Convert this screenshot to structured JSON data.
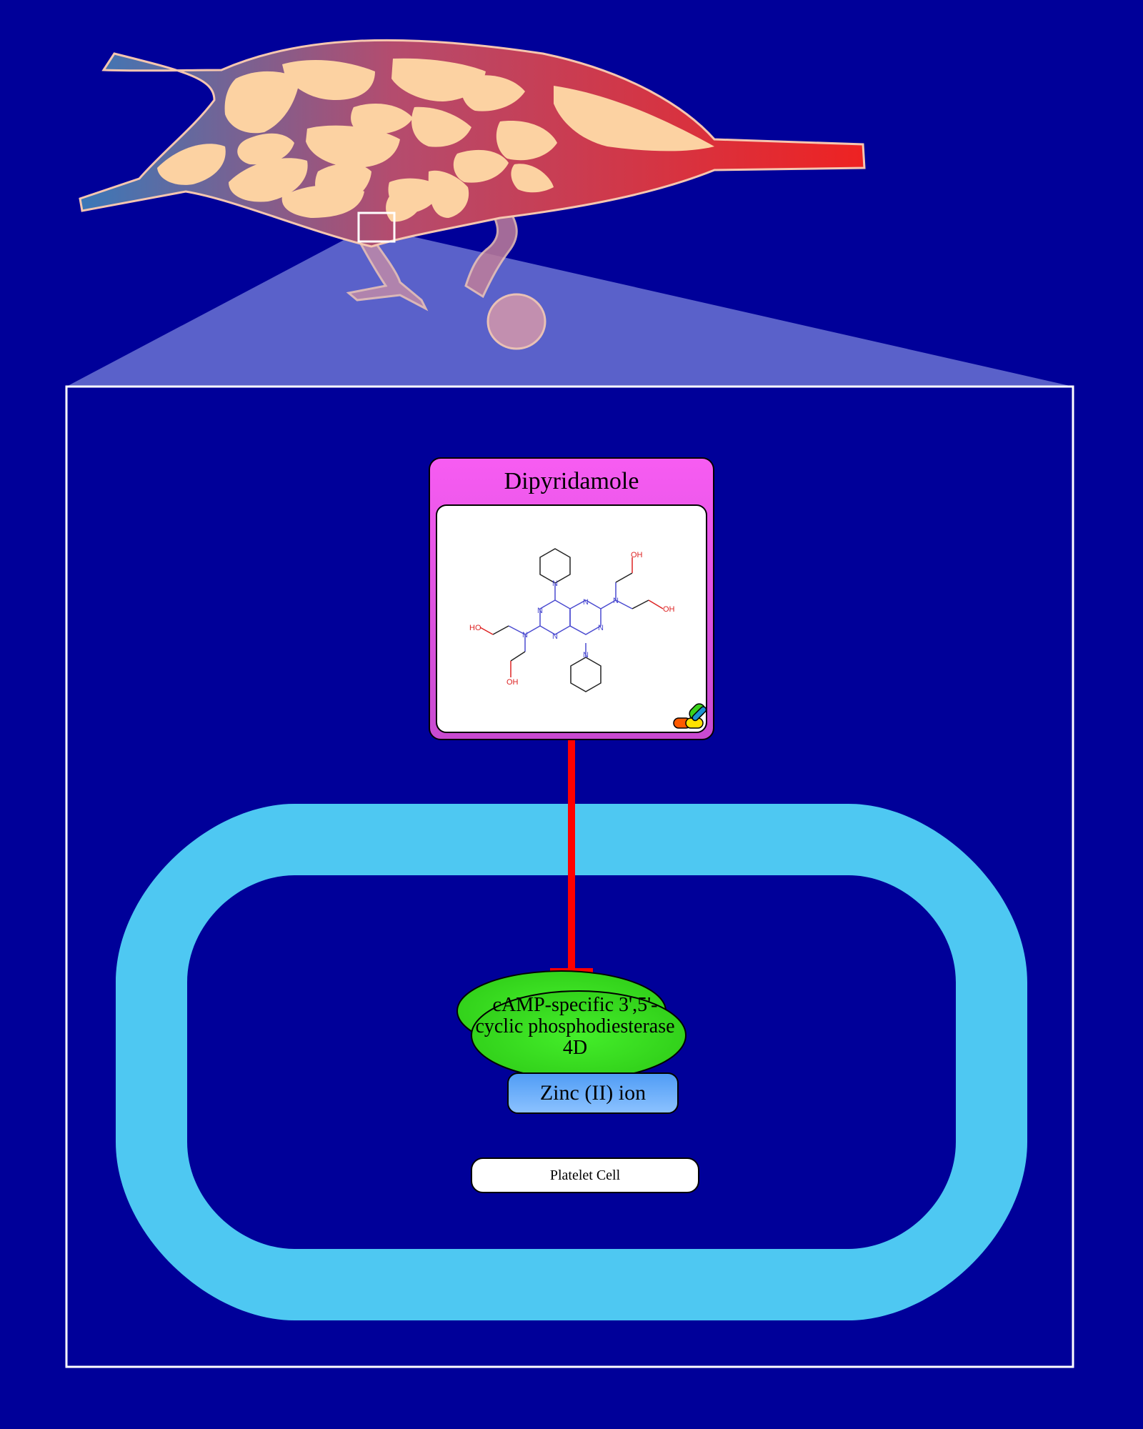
{
  "drug": {
    "name": "Dipyridamole",
    "icon": "pill-capsules-icon",
    "atom_labels": {
      "nitrogen": "N",
      "hydroxyl": "OH",
      "hydroxyl_left": "HO"
    }
  },
  "enzyme": {
    "label": "cAMP-specific 3',5'-cyclic phosphodiesterase 4D"
  },
  "cofactor": {
    "label": "Zinc (II) ion"
  },
  "cell": {
    "label": "Platelet Cell"
  },
  "colors": {
    "background": "#000099",
    "drug_box": "#f45cf0",
    "inhibition": "#ff0000",
    "enzyme": "#33dd22",
    "cofactor": "#66aaff",
    "membrane": "#4ec8f2",
    "vessel_artery": "#e82228",
    "vessel_vein": "#3a78b8"
  }
}
